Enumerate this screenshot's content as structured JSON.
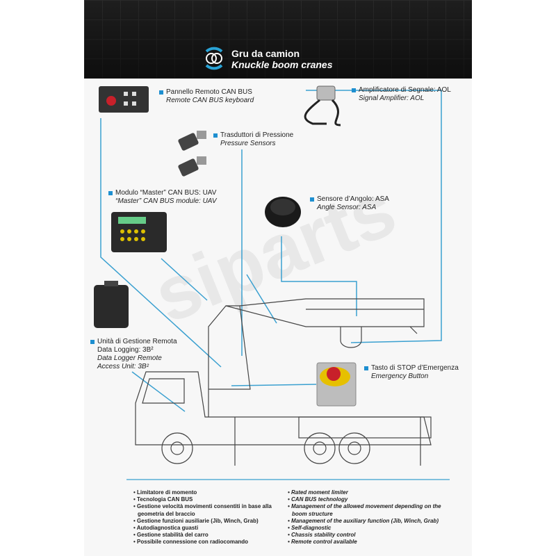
{
  "header": {
    "title_it": "Gru da camion",
    "title_en": "Knuckle boom cranes",
    "logo_icon": "rings-logo"
  },
  "accent_color": "#1e8fd0",
  "watermark": "siparts",
  "components": [
    {
      "it": "Pannello Remoto CAN BUS",
      "en": "Remote CAN BUS keyboard"
    },
    {
      "it": "Trasduttori di Pressione",
      "en": "Pressure Sensors"
    },
    {
      "it": "Amplificatore di Segnale: AOL",
      "en": "Signal Amplifier: AOL"
    },
    {
      "it": "Modulo “Master” CAN BUS: UAV",
      "en": "“Master” CAN BUS module: UAV"
    },
    {
      "it": "Sensore d’Angolo: ASA",
      "en": "Angle Sensor: ASA"
    },
    {
      "it": "Unità di Gestione Remota",
      "it2": "Data Logging: 3B²",
      "en": "Data Logger Remote",
      "en2": "Access Unit: 3B²"
    },
    {
      "it": "Tasto di STOP d’Emergenza",
      "en": "Emergency Button"
    }
  ],
  "features_it": [
    "Limitatore di momento",
    "Tecnologia CAN BUS",
    "Gestione velocità movimenti consentiti in base alla geometria del braccio",
    "Gestione funzioni ausiliarie (Jib, Winch, Grab)",
    "Autodiagnostica guasti",
    "Gestione stabilità del carro",
    "Possibile connessione con radiocomando"
  ],
  "features_en": [
    "Rated moment limiter",
    "CAN BUS technology",
    "Management of the allowed movement depending on the boom structure",
    "Management of the auxiliary function (Jib, Winch, Grab)",
    "Self-diagnostic",
    "Chassis stability control",
    "Remote control available"
  ]
}
